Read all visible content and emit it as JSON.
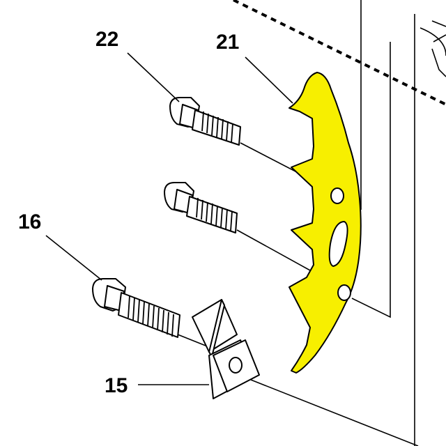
{
  "callouts": {
    "part_22": "22",
    "part_21": "21",
    "part_16": "16",
    "part_15": "15"
  },
  "colors": {
    "highlight_part": "#f7ef00",
    "line": "#000000",
    "background": "#ffffff"
  }
}
